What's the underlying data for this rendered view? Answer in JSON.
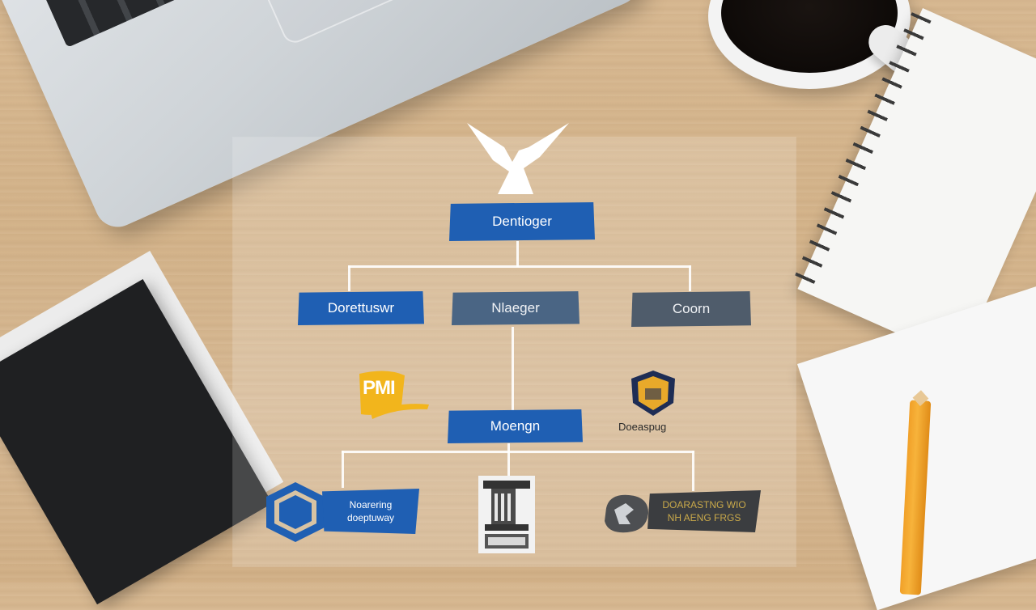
{
  "chart": {
    "root_label": "Dentioger",
    "level1": [
      {
        "label": "Dorettuswr",
        "color": "#1f5fb3"
      },
      {
        "label": "Nlaeger",
        "color": "#4a6584"
      },
      {
        "label": "Coorn",
        "color": "#4f5c6b"
      }
    ],
    "middle_label": "Moengn",
    "pmi_logo_text": "PMI",
    "shield_logo_caption": "Doeaspug",
    "bottom_blue_label": [
      "Noarering",
      "doeptuway"
    ],
    "bottom_dark_label": [
      "DOARASTNG WIO",
      "NH AENG FRGS"
    ]
  }
}
